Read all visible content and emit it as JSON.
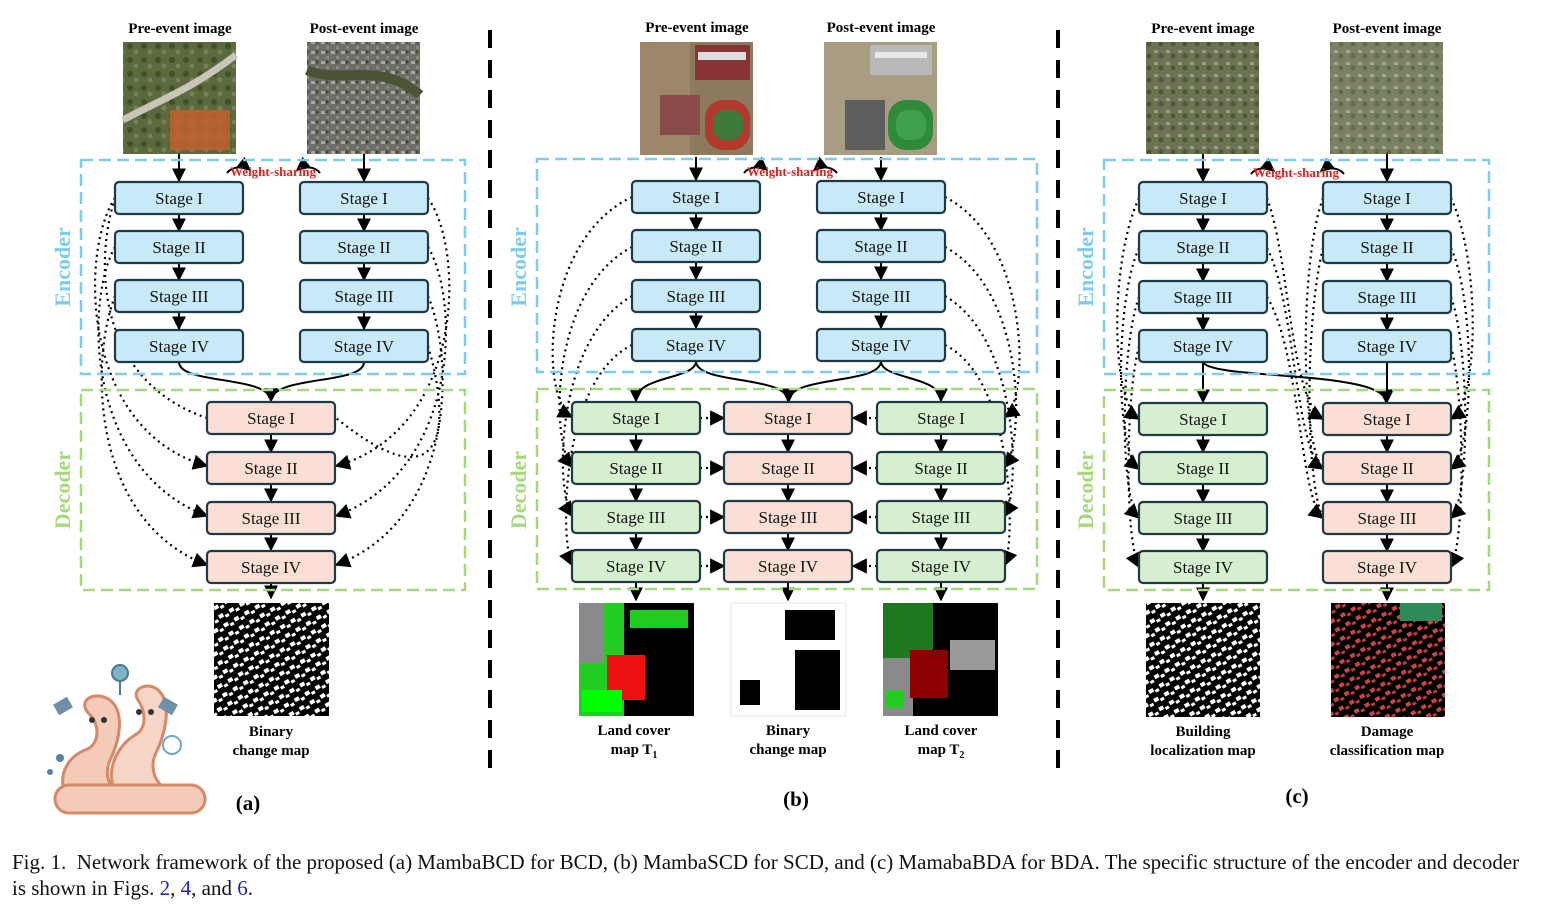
{
  "labels": {
    "pre_event": "Pre-event image",
    "post_event": "Post-event image",
    "weight_sharing": "Weight-sharing",
    "encoder": "Encoder",
    "decoder": "Decoder"
  },
  "stages": [
    "Stage I",
    "Stage II",
    "Stage III",
    "Stage IV"
  ],
  "panels": {
    "a": {
      "tag": "(a)",
      "outputs": [
        [
          "Binary",
          "change map"
        ]
      ]
    },
    "b": {
      "tag": "(b)",
      "outputs": [
        [
          "Land cover",
          "map T",
          "1"
        ],
        [
          "Binary",
          "change map"
        ],
        [
          "Land cover",
          "map T",
          "2"
        ]
      ]
    },
    "c": {
      "tag": "(c)",
      "outputs": [
        [
          "Building",
          "localization map"
        ],
        [
          "Damage",
          "classification map"
        ]
      ]
    }
  },
  "caption": {
    "prefix": "Fig. 1.",
    "text": "Network framework of the proposed (a) MambaBCD for BCD, (b) MambaSCD for SCD, and (c) MamabaBDA for BDA. The specific structure of the encoder and decoder is shown in Figs.",
    "refs": [
      "2",
      "4",
      "6"
    ],
    "sep1": ", ",
    "sep2": ", and ",
    "end": "."
  },
  "colors": {
    "encoder_box": "#c8e9f8",
    "encoder_frame": "#7ecdec",
    "decoder_frame": "#a6d97c",
    "decoder_green_box": "#d6f0cf",
    "decoder_pink_box": "#fbdfd4",
    "weight_sharing": "#e02020",
    "box_border": "#1e3a45"
  }
}
